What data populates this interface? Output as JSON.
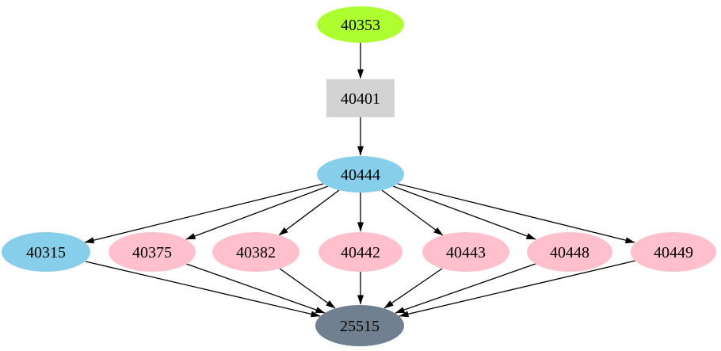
{
  "graph": {
    "title": "directed dependency graph",
    "background": "#ffffff",
    "edge_color": "#000000",
    "text_color": "#000000",
    "palette": {
      "greenyellow": "#ADFF2F",
      "lightgrey": "#D3D3D3",
      "skyblue": "#87CEEB",
      "pink": "#FFC0CB",
      "slategray": "#708090"
    },
    "nodes": [
      {
        "id": "40353",
        "label": "40353",
        "shape": "ellipse",
        "fill": "#ADFF2F"
      },
      {
        "id": "40401",
        "label": "40401",
        "shape": "box",
        "fill": "#D3D3D3"
      },
      {
        "id": "40444",
        "label": "40444",
        "shape": "ellipse",
        "fill": "#87CEEB"
      },
      {
        "id": "40315",
        "label": "40315",
        "shape": "ellipse",
        "fill": "#87CEEB"
      },
      {
        "id": "40375",
        "label": "40375",
        "shape": "ellipse",
        "fill": "#FFC0CB"
      },
      {
        "id": "40382",
        "label": "40382",
        "shape": "ellipse",
        "fill": "#FFC0CB"
      },
      {
        "id": "40442",
        "label": "40442",
        "shape": "ellipse",
        "fill": "#FFC0CB"
      },
      {
        "id": "40443",
        "label": "40443",
        "shape": "ellipse",
        "fill": "#FFC0CB"
      },
      {
        "id": "40448",
        "label": "40448",
        "shape": "ellipse",
        "fill": "#FFC0CB"
      },
      {
        "id": "40449",
        "label": "40449",
        "shape": "ellipse",
        "fill": "#FFC0CB"
      },
      {
        "id": "25515",
        "label": "25515",
        "shape": "ellipse",
        "fill": "#708090"
      }
    ],
    "edges": [
      {
        "from": "40353",
        "to": "40401"
      },
      {
        "from": "40401",
        "to": "40444"
      },
      {
        "from": "40444",
        "to": "40315"
      },
      {
        "from": "40444",
        "to": "40375"
      },
      {
        "from": "40444",
        "to": "40382"
      },
      {
        "from": "40444",
        "to": "40442"
      },
      {
        "from": "40444",
        "to": "40443"
      },
      {
        "from": "40444",
        "to": "40448"
      },
      {
        "from": "40444",
        "to": "40449"
      },
      {
        "from": "40315",
        "to": "25515"
      },
      {
        "from": "40375",
        "to": "25515"
      },
      {
        "from": "40382",
        "to": "25515"
      },
      {
        "from": "40442",
        "to": "25515"
      },
      {
        "from": "40443",
        "to": "25515"
      },
      {
        "from": "40448",
        "to": "25515"
      },
      {
        "from": "40449",
        "to": "25515"
      }
    ]
  }
}
